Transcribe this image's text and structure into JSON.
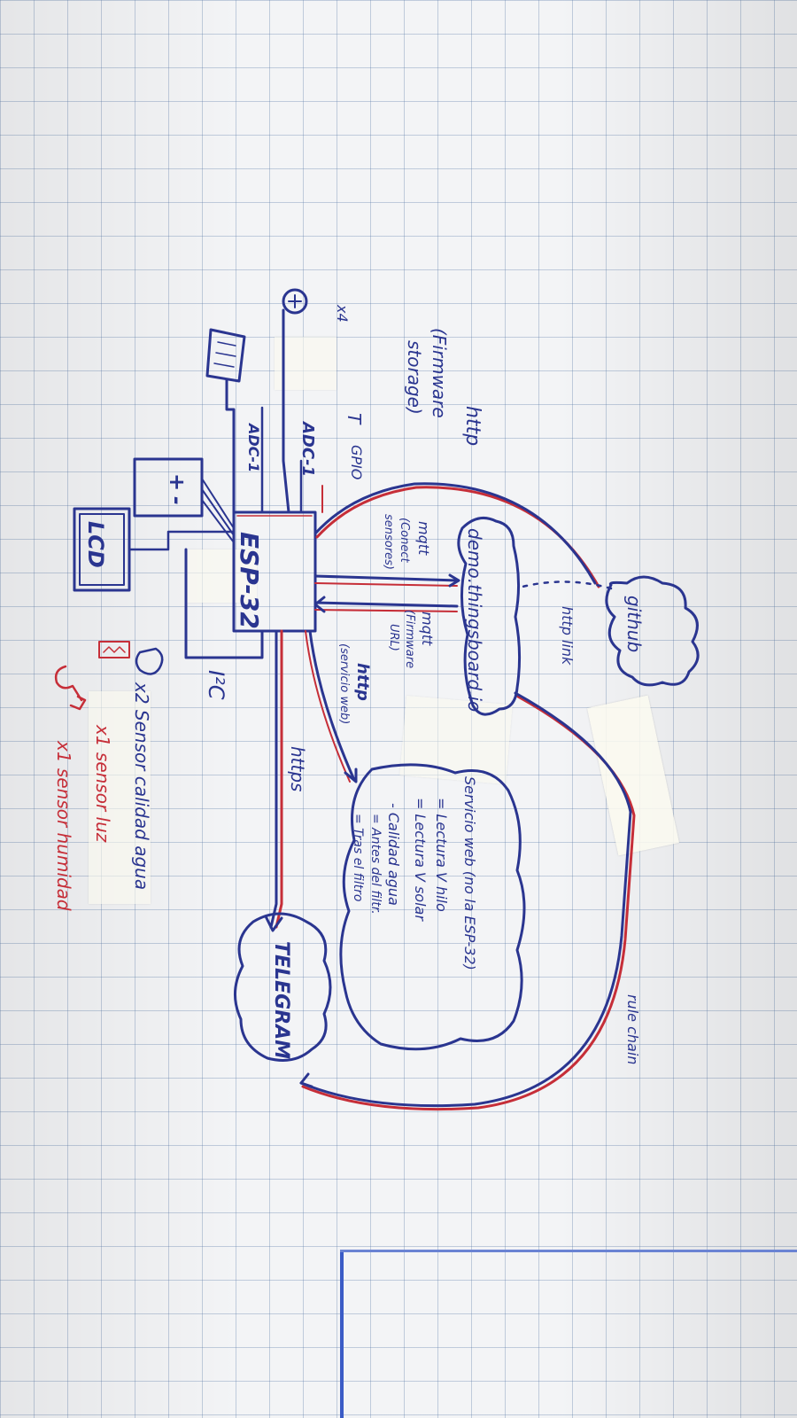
{
  "nodes": {
    "esp32": "ESP-32",
    "thingsboard": "demo.thingsboard.io",
    "github": "github",
    "telegram": "TELEGRAM",
    "lcd": "LCD",
    "battery_plus": "+",
    "battery_minus": "-",
    "web_service": {
      "title": "Servicio web (no la ESP-32)",
      "lines": [
        "= Lectura V hilo",
        "= Lectura V solar",
        "- Calidad agua",
        "= Antes del filtr.",
        "= Tras el filtro"
      ]
    }
  },
  "edges": {
    "http_top": "http",
    "firmware_storage_1": "(Firmware",
    "firmware_storage_2": "storage)",
    "x4": "x4",
    "mqtt_1": "mqtt",
    "mqtt_1_note_1": "(Conect",
    "mqtt_1_note_2": "sensores)",
    "mqtt_2": "mqtt",
    "mqtt_2_note_1": "(Firmware",
    "mqtt_2_note_2": "URL)",
    "http_web": "http",
    "http_web_note": "(servicio web)",
    "https": "https",
    "http_link": "http link",
    "rule_chain": "rule chain",
    "i2c": "I²C"
  },
  "pins": {
    "adc1_top": "ADC-1",
    "adc1_bottom": "ADC-1",
    "gpio": "GPIO",
    "t_label": "T"
  },
  "legend": {
    "sensor_water": "x2 Sensor calidad agua",
    "sensor_level": "x1 sensor luz",
    "sensor_humidity": "x1 sensor humidad"
  }
}
